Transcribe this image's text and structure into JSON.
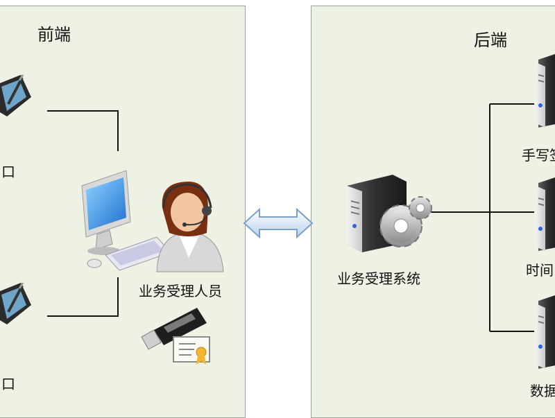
{
  "front": {
    "title": "前端",
    "staff_label": "业务受理人员",
    "pad_label_top": "口",
    "pad_label_bottom": "口"
  },
  "back": {
    "title": "后端",
    "system_label": "业务受理系统",
    "server1_label": "手写签",
    "server2_label": "时间",
    "server3_label": "数据"
  }
}
